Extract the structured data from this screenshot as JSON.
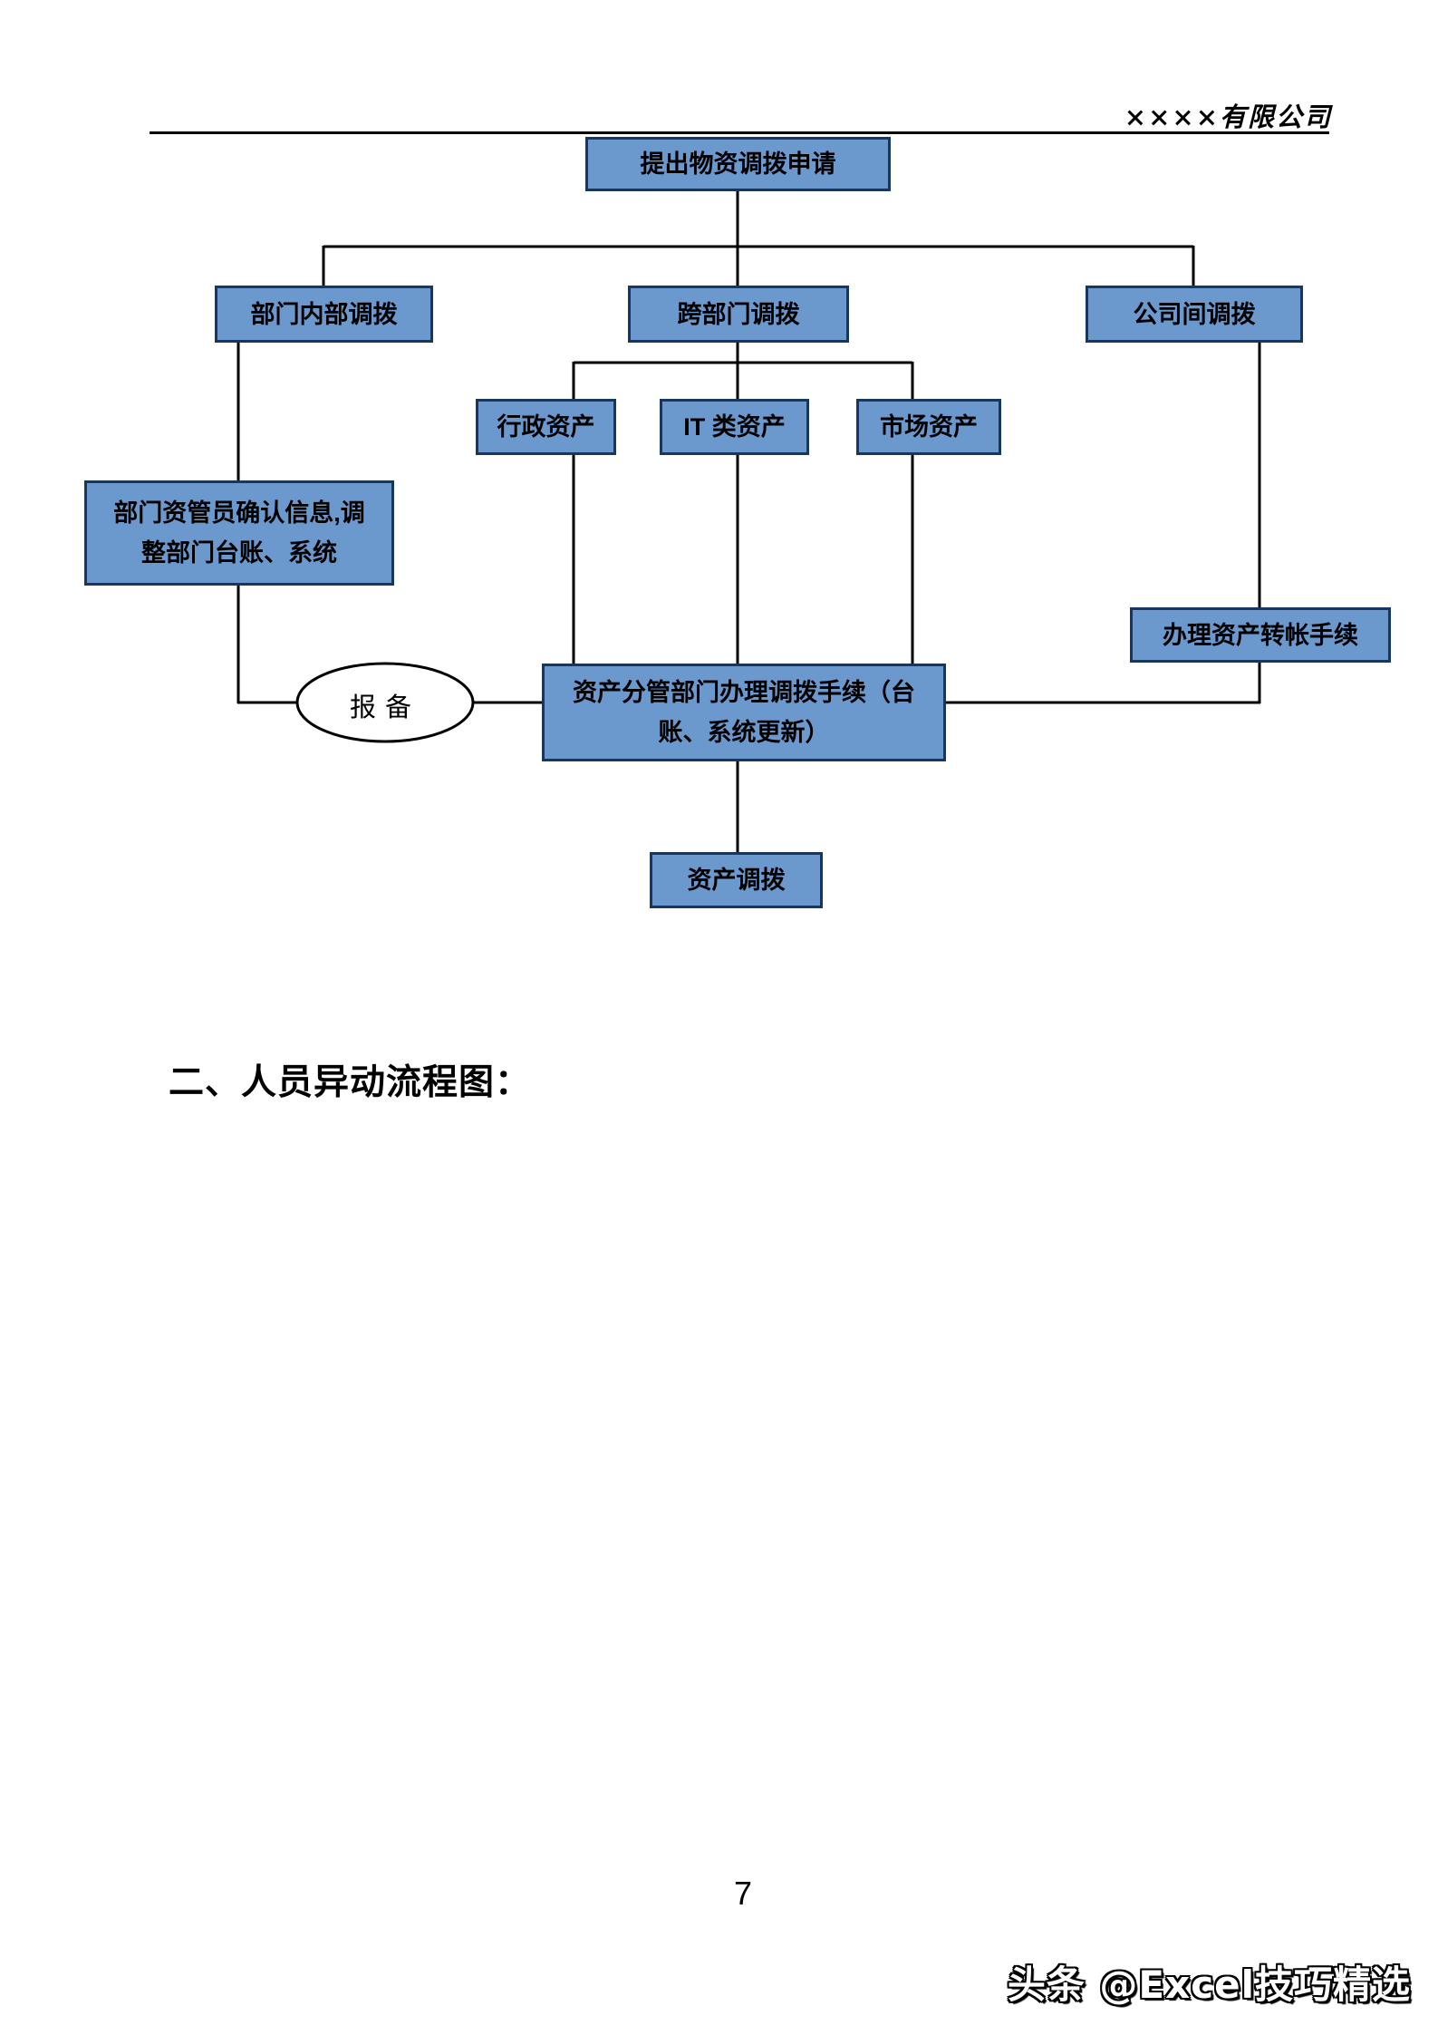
{
  "header": {
    "company": "××××有限公司"
  },
  "section": {
    "heading": "二、人员异动流程图："
  },
  "footer": {
    "page_number": "7",
    "watermark": "头条 @Excel技巧精选"
  },
  "flowchart": {
    "colors": {
      "node_fill": "#6B98CD",
      "node_border": "#17375E",
      "line": "#000000"
    },
    "nodes": {
      "start": {
        "label": "提出物资调拨申请"
      },
      "internal": {
        "label": "部门内部调拨"
      },
      "cross_dept": {
        "label": "跨部门调拨"
      },
      "inter_company": {
        "label": "公司间调拨"
      },
      "admin_asset": {
        "label": "行政资产"
      },
      "it_asset": {
        "label": "IT 类资产"
      },
      "market_asset": {
        "label": "市场资产"
      },
      "dept_manager": {
        "lines": [
          "部门资管员确认信息,调",
          "整部门台账、系统"
        ]
      },
      "report": {
        "label": "报备"
      },
      "account_transfer": {
        "label": "办理资产转帐手续"
      },
      "transfer_handle": {
        "lines": [
          "资产分管部门办理调拨手续（台",
          "账、系统更新）"
        ]
      },
      "asset_transfer": {
        "label": "资产调拨"
      }
    }
  }
}
